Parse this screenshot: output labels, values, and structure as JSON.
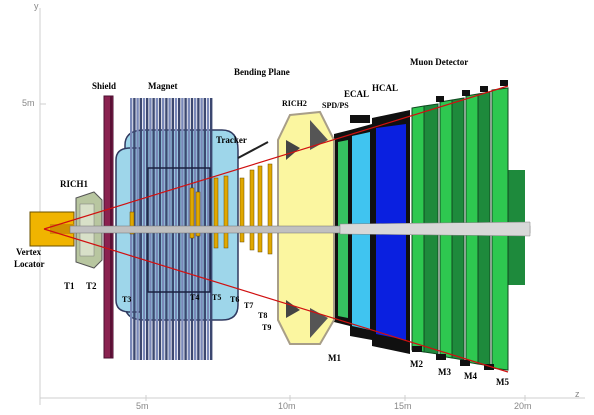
{
  "axes": {
    "y_label": "y",
    "y_tick": "5m",
    "x_ticks": [
      "5m",
      "10m",
      "15m",
      "20m"
    ],
    "x_label": "z"
  },
  "labels": {
    "shield": "Shield",
    "magnet": "Magnet",
    "bending_plane": "Bending Plane",
    "muon_detector": "Muon Detector",
    "rich1": "RICH1",
    "rich2": "RICH2",
    "ecal": "ECAL",
    "spd_ps": "SPD/PS",
    "hcal": "HCAL",
    "tracker": "Tracker",
    "vertex": "Vertex",
    "locator": "Locator",
    "t1": "T1",
    "t2": "T2",
    "t3": "T3",
    "t4": "T4",
    "t5": "T5",
    "t6": "T6",
    "t7": "T7",
    "t8": "T8",
    "t9": "T9",
    "m1": "M1",
    "m2": "M2",
    "m3": "M3",
    "m4": "M4",
    "m5": "M5"
  },
  "colors": {
    "vertex": "#f0b400",
    "rich1": "#b8c6a0",
    "shield": "#8a2250",
    "magnet_dark": "#3c4870",
    "magnet_light": "#7a88b8",
    "tracker": "#9ed6ea",
    "tracker_station": "#e0a800",
    "rich2": "#fbf6a0",
    "rich2_outline": "#c0b8a0",
    "calo_black": "#101010",
    "ecal": "#40c4f0",
    "hcal": "#0a20e0",
    "muon_dark": "#1e8a3c",
    "muon_light": "#2ec850",
    "beam": "#c0c0c0",
    "acceptance": "#d01010"
  }
}
